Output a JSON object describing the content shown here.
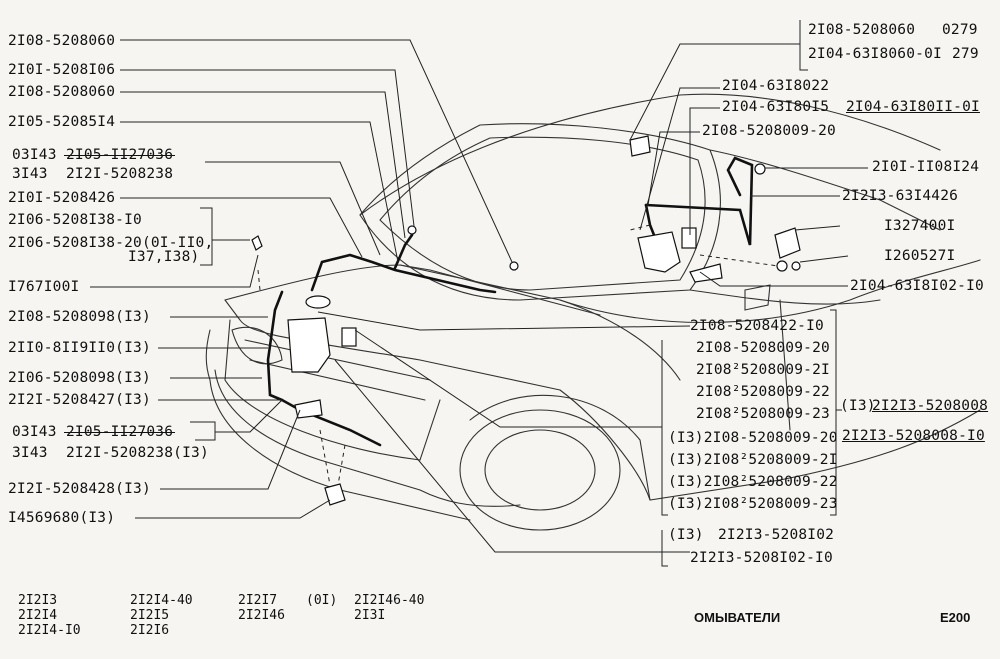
{
  "left_labels": {
    "l1": "2I08-5208060",
    "l2": "2I0I-5208I06",
    "l3": "2I08-5208060",
    "l4": "2I05-52085I4",
    "l5a": "03I43",
    "l5b": "2I05-II27036",
    "l6a": "3I43",
    "l6b": "2I2I-5208238",
    "l7": "2I0I-5208426",
    "l8": "2I06-5208I38-I0",
    "l9": "2I06-5208I38-20(0I-II0,",
    "l9b": "I37,I38)",
    "l10": "I767I00I",
    "l11": "2I08-5208098(I3)",
    "l12": "2II0-8II9II0(I3)",
    "l13": "2I06-5208098(I3)",
    "l14": "2I2I-5208427(I3)",
    "l15a": "03I43",
    "l15b": "2I05-II27036",
    "l16a": "3I43",
    "l16b": "2I2I-5208238(I3)",
    "l17": "2I2I-5208428(I3)",
    "l18": "I4569680(I3)"
  },
  "right_labels": {
    "r1a": "2I08-5208060",
    "r1b": "0279",
    "r2a": "2I04-63I8060-0I",
    "r2b": "279",
    "r3": "2I04-63I8022",
    "r4": "2I04-63I80I5",
    "r4b": "2I04-63I80II-0I",
    "r5": "2I08-5208009-20",
    "r6": "2I0I-II08I24",
    "r7": "2I2I3-63I4426",
    "r8": "I327400I",
    "r9": "I260527I",
    "r10": "2I04-63I8I02-I0",
    "r11": "2I08-5208422-I0",
    "group1": [
      "2I08-5208009-20",
      "2I08²5208009-2I",
      "2I08²5208009-22",
      "2I08²5208009-23",
      "(I3)2I08-5208009-20",
      "(I3)2I08²5208009-2I",
      "(I3)2I08²5208009-22",
      "(I3)2I08²5208009-23"
    ],
    "g1side_a": "(I3)",
    "g1side_b": "2I2I3-5208008",
    "g1side_c": "2I2I3-5208008-I0",
    "group2a_pre": "(I3)",
    "group2a": "2I2I3-5208I02",
    "group2b": "2I2I3-5208I02-I0"
  },
  "footer": {
    "c1": [
      "2I2I3",
      "2I2I4",
      "2I2I4-I0"
    ],
    "c2": [
      "2I2I4-40",
      "2I2I5",
      "2I2I6"
    ],
    "c3": [
      "2I2I7",
      "2I2I46"
    ],
    "c4": "(0I)",
    "c5": [
      "2I2I46-40",
      "2I3I"
    ],
    "title": "ОМЫВАТЕЛИ",
    "page": "E200"
  }
}
